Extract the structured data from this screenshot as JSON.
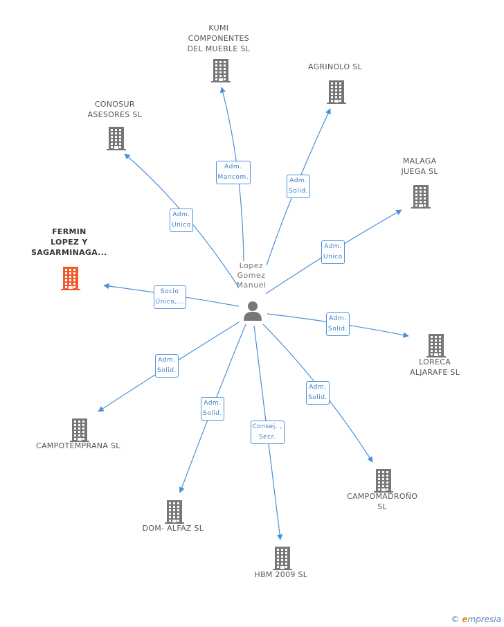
{
  "colors": {
    "edge": "#4a90d9",
    "building": "#777777",
    "building_highlight": "#f05a28",
    "person": "#777777"
  },
  "center": {
    "label_lines": [
      "Lopez",
      "Gomez",
      "Manuel"
    ],
    "icon": "person-icon"
  },
  "nodes": [
    {
      "id": "kumi",
      "label_lines": [
        "KUMI",
        "COMPONENTES",
        "DEL MUEBLE SL"
      ],
      "highlight": false,
      "icon": "building-icon"
    },
    {
      "id": "agrinolo",
      "label_lines": [
        "AGRINOLO  SL"
      ],
      "highlight": false,
      "icon": "building-icon"
    },
    {
      "id": "conosur",
      "label_lines": [
        "CONOSUR",
        "ASESORES  SL"
      ],
      "highlight": false,
      "icon": "building-icon"
    },
    {
      "id": "malaga",
      "label_lines": [
        "MALAGA",
        "JUEGA SL"
      ],
      "highlight": false,
      "icon": "building-icon"
    },
    {
      "id": "fermin",
      "label_lines": [
        "FERMIN",
        "LOPEZ Y",
        "SAGARMINAGA..."
      ],
      "highlight": true,
      "icon": "building-icon"
    },
    {
      "id": "loreca",
      "label_lines": [
        "LORECA",
        "ALJARAFE SL"
      ],
      "highlight": false,
      "icon": "building-icon"
    },
    {
      "id": "campotemprana",
      "label_lines": [
        "CAMPOTEMPRANA SL"
      ],
      "highlight": false,
      "icon": "building-icon"
    },
    {
      "id": "campomadrono",
      "label_lines": [
        "CAMPOMADROÑO",
        "SL"
      ],
      "highlight": false,
      "icon": "building-icon"
    },
    {
      "id": "domalfaz",
      "label_lines": [
        "DOM- ALFAZ SL"
      ],
      "highlight": false,
      "icon": "building-icon"
    },
    {
      "id": "hbm",
      "label_lines": [
        "HBM 2009 SL"
      ],
      "highlight": false,
      "icon": "building-icon"
    }
  ],
  "edges": [
    {
      "to": "kumi",
      "label_lines": [
        "Adm.",
        "Mancom."
      ]
    },
    {
      "to": "agrinolo",
      "label_lines": [
        "Adm.",
        "Solid."
      ]
    },
    {
      "to": "conosur",
      "label_lines": [
        "Adm.",
        "Unico"
      ]
    },
    {
      "to": "malaga",
      "label_lines": [
        "Adm.",
        "Unico"
      ]
    },
    {
      "to": "fermin",
      "label_lines": [
        "Socio",
        "Único,..."
      ]
    },
    {
      "to": "loreca",
      "label_lines": [
        "Adm.",
        "Solid."
      ]
    },
    {
      "to": "campotemprana",
      "label_lines": [
        "Adm.",
        "Solid."
      ]
    },
    {
      "to": "campomadrono",
      "label_lines": [
        "Adm.",
        "Solid."
      ]
    },
    {
      "to": "domalfaz",
      "label_lines": [
        "Adm.",
        "Solid."
      ]
    },
    {
      "to": "hbm",
      "label_lines": [
        "Consej. ,",
        "Secr."
      ]
    }
  ],
  "footer": {
    "copyright": "©",
    "brand_e": "e",
    "brand_rest": "mpresia"
  }
}
